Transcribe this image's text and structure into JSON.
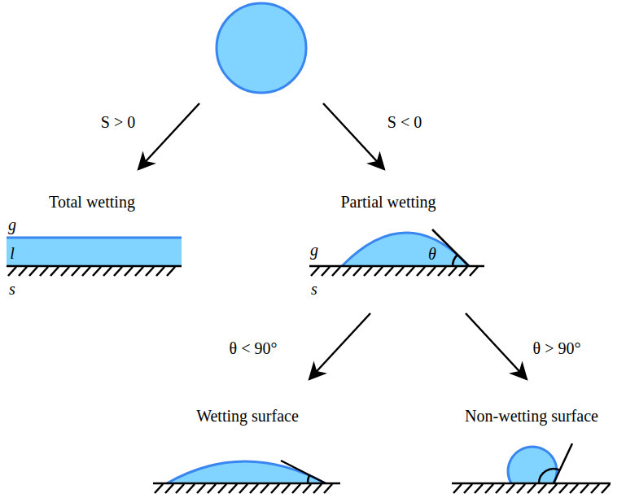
{
  "diagram": {
    "labels": [
      "S > 0",
      "S < 0",
      "Total wetting",
      "Partial wetting",
      "g",
      "l",
      "s",
      "g",
      "θ",
      "s",
      "θ < 90°",
      "θ > 90°",
      "Wetting surface",
      "Non-wetting surface"
    ]
  }
}
